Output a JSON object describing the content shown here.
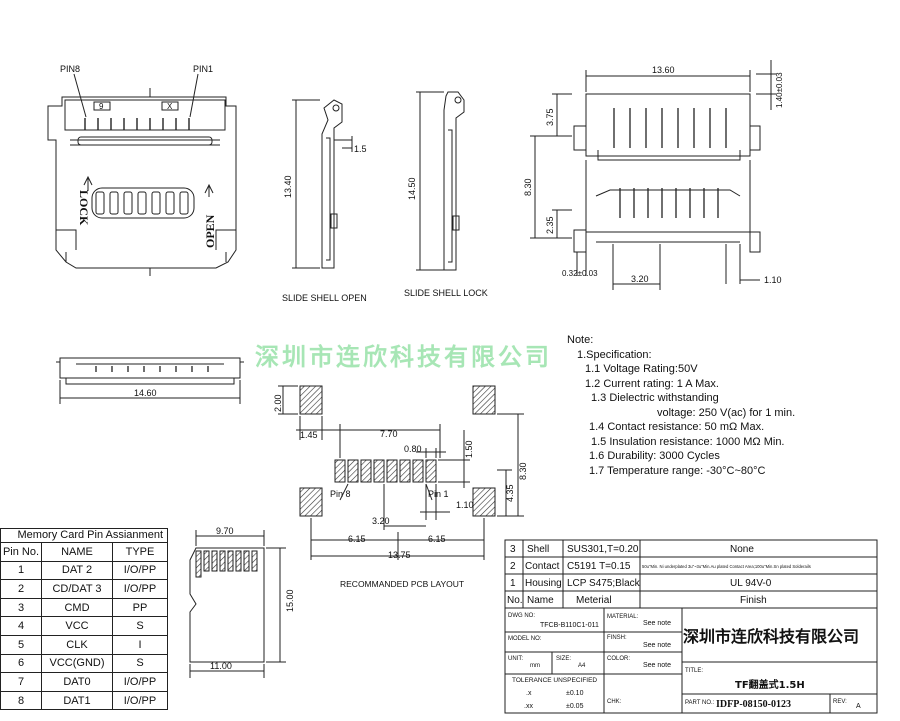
{
  "top_views": {
    "pin8": "PIN8",
    "pin1": "PIN1",
    "pin9_box": "9",
    "x_box": "X",
    "lock": "LOCK",
    "open": "OPEN",
    "dim_1340": "13.40",
    "dim_15": "1.5",
    "dim_1450": "14.50",
    "caption_open": "SLIDE SHELL OPEN",
    "caption_lock": "SLIDE SHELL LOCK"
  },
  "right_view": {
    "dim_1360": "13.60",
    "dim_140": "1.40±0.03",
    "dim_375": "3.75",
    "dim_830": "8.30",
    "dim_235": "2.35",
    "dim_032": "0.32±0.03",
    "dim_320": "3.20",
    "dim_110": "1.10"
  },
  "front_view": {
    "dim_1460": "14.60"
  },
  "pcb": {
    "dim_200": "2.00",
    "dim_145": "1.45",
    "dim_770": "7.70",
    "dim_080": "0.80",
    "dim_150": "1.50",
    "dim_830": "8.30",
    "dim_435": "4.35",
    "pin8": "Pin 8",
    "pin1": "Pin 1",
    "dim_110": "1.10",
    "dim_320": "3.20",
    "dim_615a": "6.15",
    "dim_615b": "6.15",
    "dim_1375": "13.75",
    "caption": "RECOMMANDED PCB LAYOUT"
  },
  "card": {
    "dim_970": "9.70",
    "dim_1500": "15.00",
    "dim_1100": "11.00"
  },
  "watermark": "深圳市连欣科技有限公司",
  "notes": {
    "title": "Note:",
    "spec": "1.Specification:",
    "l11": "1.1  Voltage Rating:50V",
    "l12": "1.2  Current rating:  1 A Max.",
    "l13": "1.3  Dielectric  withstanding",
    "l13b": "voltage:  250 V(ac)  for  1 min.",
    "l14": "1.4  Contact resistance:  50 mΩ Max.",
    "l15": "1.5  Insulation resistance:  1000 MΩ Min.",
    "l16": "1.6  Durability:  3000 Cycles",
    "l17": "1.7  Temperature range:  -30°C~80°C"
  },
  "pin_table": {
    "title": "Memory Card Pin Assianment",
    "headers": [
      "Pin No.",
      "NAME",
      "TYPE"
    ],
    "rows": [
      [
        "1",
        "DAT 2",
        "I/O/PP"
      ],
      [
        "2",
        "CD/DAT 3",
        "I/O/PP"
      ],
      [
        "3",
        "CMD",
        "PP"
      ],
      [
        "4",
        "VCC",
        "S"
      ],
      [
        "5",
        "CLK",
        "I"
      ],
      [
        "6",
        "VCC(GND)",
        "S"
      ],
      [
        "7",
        "DAT0",
        "I/O/PP"
      ],
      [
        "8",
        "DAT1",
        "I/O/PP"
      ]
    ]
  },
  "title_block": {
    "mat_rows": [
      {
        "no": "3",
        "name": "Shell",
        "mat": "SUS301,T=0.20",
        "finish": "None"
      },
      {
        "no": "2",
        "name": "Contact",
        "mat": "C5191  T=0.15",
        "finish": "50u\"Min. Ni underplated  3u\"~3u\"Min.Au plated Contact Area;100u\"Min.Sn plated Solderails"
      },
      {
        "no": "1",
        "name": "Housing",
        "mat": "LCP  S475;Black",
        "finish": "UL 94V-0"
      }
    ],
    "mat_header": {
      "no": "No.",
      "name": "Name",
      "mat": "Meterial",
      "finish": "Finish"
    },
    "dwg_label": "DWG NO:",
    "dwg_value": "TFCB-B110C1-011",
    "model_label": "MODEL NO:",
    "unit_label": "UNIT:",
    "unit_value": "mm",
    "size_label": "SIZE:",
    "size_value": "A4",
    "tol_label": "TOLERANCE  UNSPECIFIED",
    "tol_x": ".x",
    "tol_x_val": "±0.10",
    "tol_xx": ".xx",
    "tol_xx_val": "±0.05",
    "material_label": "MATERIAL:",
    "material_value": "See note",
    "finish_label": "FINSH:",
    "finish_value": "See note",
    "color_label": "COLOR:",
    "color_value": "See note",
    "chk_label": "CHK:",
    "company": "深圳市连欣科技有限公司",
    "title_label": "TITLE:",
    "title_value": "TF翻盖式1.5H",
    "partno_label": "PART NO.:",
    "partno_value": "IDFP-08150-0123",
    "rev_label": "REV:",
    "rev_value": "A"
  }
}
